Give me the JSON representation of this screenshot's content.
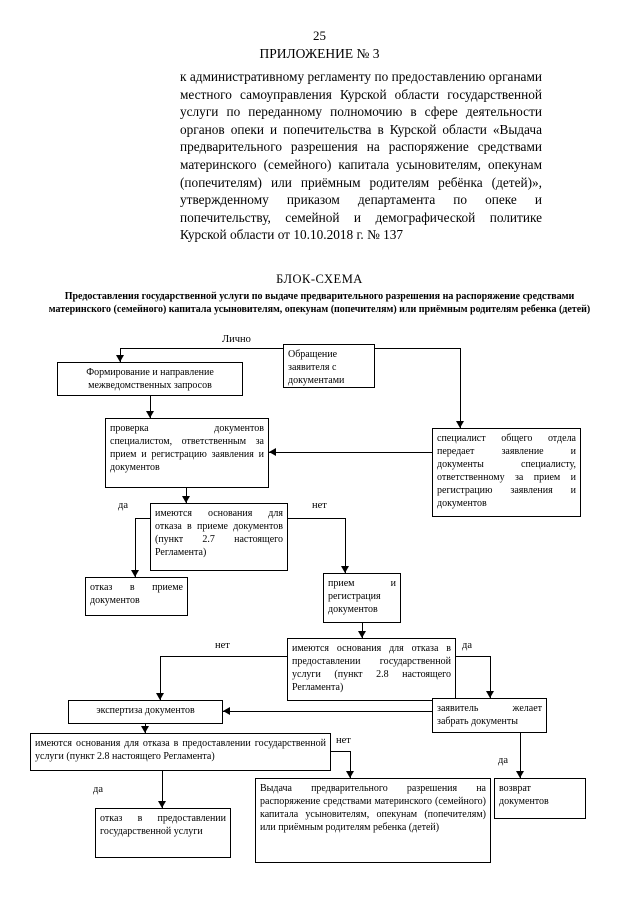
{
  "colors": {
    "ink": "#000000",
    "paper": "#ffffff"
  },
  "page": {
    "number": "25",
    "appendix_title": "ПРИЛОЖЕНИЕ № 3",
    "paragraph": "к административному регламенту по предоставлению органами местного самоуправления Курской области государственной услуги по переданному полномочию в сфере деятельности органов опеки и попечительства в Курской области «Выдача предварительного разрешения на распоряжение средствами материнского (семейного) капитала усыновителям, опекунам (попечителям) или приёмным родителям ребёнка (детей)», утвержденному приказом департамента по опеке и попечительству, семейной и демографической политике Курской области от 10.10.2018 г. № 137",
    "scheme_title": "БЛОК-СХЕМА",
    "scheme_subtitle": "Предоставления государственной услуги по выдаче предварительного разрешения на распоряжение средствами материнского (семейного) капитала усыновителям, опекунам (попечителям) или приёмным родителям ребенка (детей)"
  },
  "flowchart": {
    "labels": {
      "lichno": "Лично",
      "da": "да",
      "net": "нет"
    },
    "boxes": {
      "b1": "Обращение заявителя с документами",
      "b2": "Формирование и направление межведомственных запросов",
      "b3": "специалист общего отдела передает заявление и документы специалисту, ответственному за прием и регистрацию заявления и документов",
      "b4": "проверка документов специалистом, ответственным за прием и регистрацию заявления и документов",
      "b5": "имеются основания для отказа в приеме документов (пункт 2.7 настоящего Регламента)",
      "b6": "отказ в приеме документов",
      "b7": "прием и регистрация документов",
      "b8": "имеются основания для отказа в предоставлении государственной услуги (пункт 2.8 настоящего Регламента)",
      "b9": "экспертиза документов",
      "b10": "заявитель желает забрать документы",
      "b11": "имеются основания для отказа в предоставлении государственной услуги (пункт 2.8 настоящего Регламента)",
      "b12": "Выдача предварительного разрешения на распоряжение средствами материнского (семейного) капитала усыновителям, опекунам (попечителям) или приёмным родителям ребенка (детей)",
      "b13": "отказ в предоставлении государственной услуги",
      "b14": "возврат документов"
    }
  }
}
